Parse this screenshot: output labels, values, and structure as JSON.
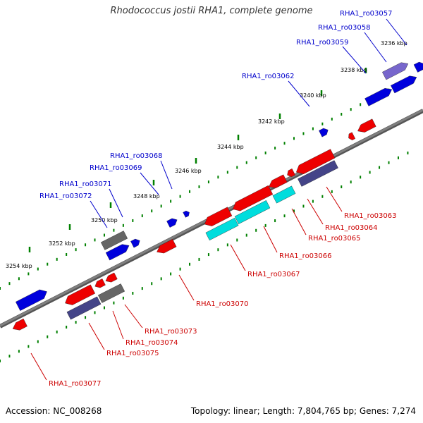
{
  "title": "Rhodococcus jostii RHA1, complete genome",
  "footer": {
    "accession": "Accession: NC_008268",
    "summary": "Topology: linear; Length: 7,804,765 bp; Genes: 7,274"
  },
  "colors": {
    "forward_label": "#0000cc",
    "reverse_label": "#cc0000",
    "backbone": "#808080",
    "tick": "#008000"
  },
  "ticks": [
    "3236 kbp",
    "3238 kbp",
    "3240 kbp",
    "3242 kbp",
    "3244 kbp",
    "3246 kbp",
    "3248 kbp",
    "3250 kbp",
    "3252 kbp",
    "3254 kbp"
  ],
  "forward_labels": [
    "RHA1_ro03057",
    "RHA1_ro03058",
    "RHA1_ro03059",
    "RHA1_ro03062",
    "RHA1_ro03068",
    "RHA1_ro03069",
    "RHA1_ro03071",
    "RHA1_ro03072"
  ],
  "reverse_labels": [
    "RHA1_ro03063",
    "RHA1_ro03064",
    "RHA1_ro03065",
    "RHA1_ro03066",
    "RHA1_ro03067",
    "RHA1_ro03070",
    "RHA1_ro03073",
    "RHA1_ro03074",
    "RHA1_ro03075",
    "RHA1_ro03077"
  ]
}
